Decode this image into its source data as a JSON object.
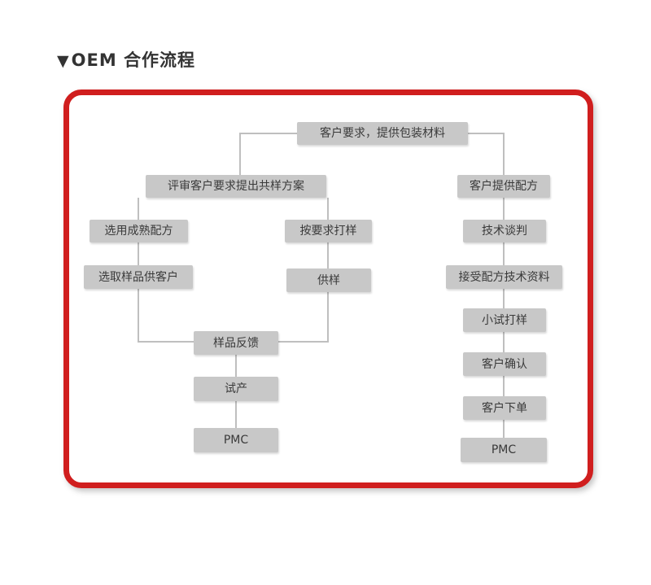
{
  "page": {
    "title_marker": "▼",
    "title_text": "OEM 合作流程"
  },
  "colors": {
    "accent_red": "#d01e1e",
    "node_bg": "#c8c8c8",
    "connector": "#bfbfbf",
    "title_text": "#333333"
  },
  "flowchart": {
    "nodes": {
      "customer_request": "客户要求，提供包装材料",
      "review_proposal": "评审客户要求提出共样方案",
      "customer_formula": "客户提供配方",
      "mature_formula": "选用成熟配方",
      "sample_on_request": "按要求打样",
      "tech_negotiation": "技术谈判",
      "select_sample": "选取样品供客户",
      "supply_sample": "供样",
      "accept_formula_docs": "接受配方技术资料",
      "trial_sample": "小试打样",
      "sample_feedback": "样品反馈",
      "customer_confirm": "客户确认",
      "trial_production": "试产",
      "customer_order": "客户下单",
      "pmc_left": "PMC",
      "pmc_right": "PMC"
    },
    "edges": [
      [
        "customer_request",
        "review_proposal"
      ],
      [
        "customer_request",
        "customer_formula"
      ],
      [
        "review_proposal",
        "mature_formula"
      ],
      [
        "review_proposal",
        "sample_on_request"
      ],
      [
        "mature_formula",
        "select_sample"
      ],
      [
        "sample_on_request",
        "supply_sample"
      ],
      [
        "select_sample",
        "sample_feedback"
      ],
      [
        "supply_sample",
        "sample_feedback"
      ],
      [
        "sample_feedback",
        "trial_production"
      ],
      [
        "trial_production",
        "pmc_left"
      ],
      [
        "customer_formula",
        "tech_negotiation"
      ],
      [
        "tech_negotiation",
        "accept_formula_docs"
      ],
      [
        "accept_formula_docs",
        "trial_sample"
      ],
      [
        "trial_sample",
        "customer_confirm"
      ],
      [
        "customer_confirm",
        "customer_order"
      ],
      [
        "customer_order",
        "pmc_right"
      ]
    ]
  }
}
